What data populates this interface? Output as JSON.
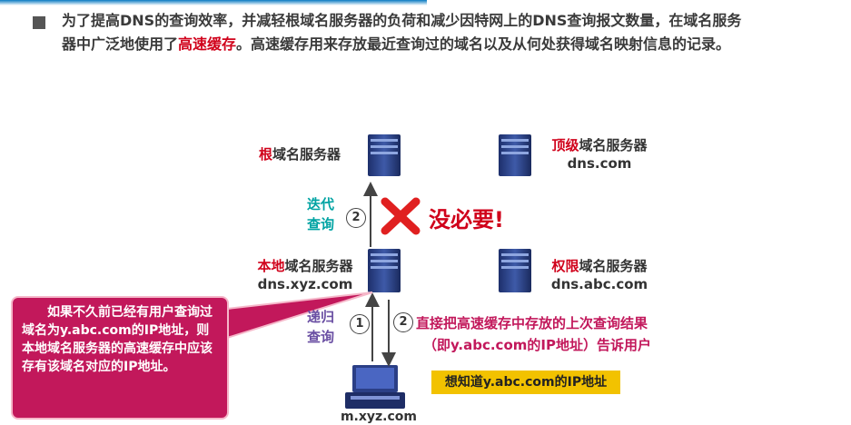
{
  "intro": {
    "line1": "为了提高DNS的查询效率，并减轻根域名服务器的负荷和减少因特网上的DNS查询报文数量，在域名服务",
    "line2_a": "器中广泛地使用了",
    "line2_hl": "高速缓存",
    "line2_b": "。高速缓存用来存放最近查询过的域名以及从何处获得域名映射信息的记录。"
  },
  "root": {
    "red": "根",
    "rest": "域名服务器"
  },
  "tld": {
    "red": "顶级",
    "rest": "域名服务器",
    "domain": "dns.com"
  },
  "local": {
    "red": "本地",
    "rest": "域名服务器",
    "domain": "dns.xyz.com"
  },
  "auth": {
    "red": "权限",
    "rest": "域名服务器",
    "domain": "dns.abc.com"
  },
  "iterative": {
    "line1": "迭代",
    "line2": "查询",
    "step": "2"
  },
  "not_needed": "没必要!",
  "recursive": {
    "line1": "递归",
    "line2": "查询",
    "step1": "1",
    "step2": "2"
  },
  "reply": {
    "line1": "直接把高速缓存中存放的上次查询结果",
    "line2": "（即y.abc.com的IP地址）告诉用户"
  },
  "callout": "如果不久前已经有用户查询过域名为y.abc.com的IP地址，则本地域名服务器的高速缓存中应该存有该域名对应的IP地址。",
  "want": "想知道y.abc.com的IP地址",
  "host": "m.xyz.com",
  "colors": {
    "accent_red": "#d0021b",
    "teal": "#00a3a3",
    "purple": "#6a4fa3",
    "callout": "#c2185b",
    "yellow": "#f2c200"
  }
}
